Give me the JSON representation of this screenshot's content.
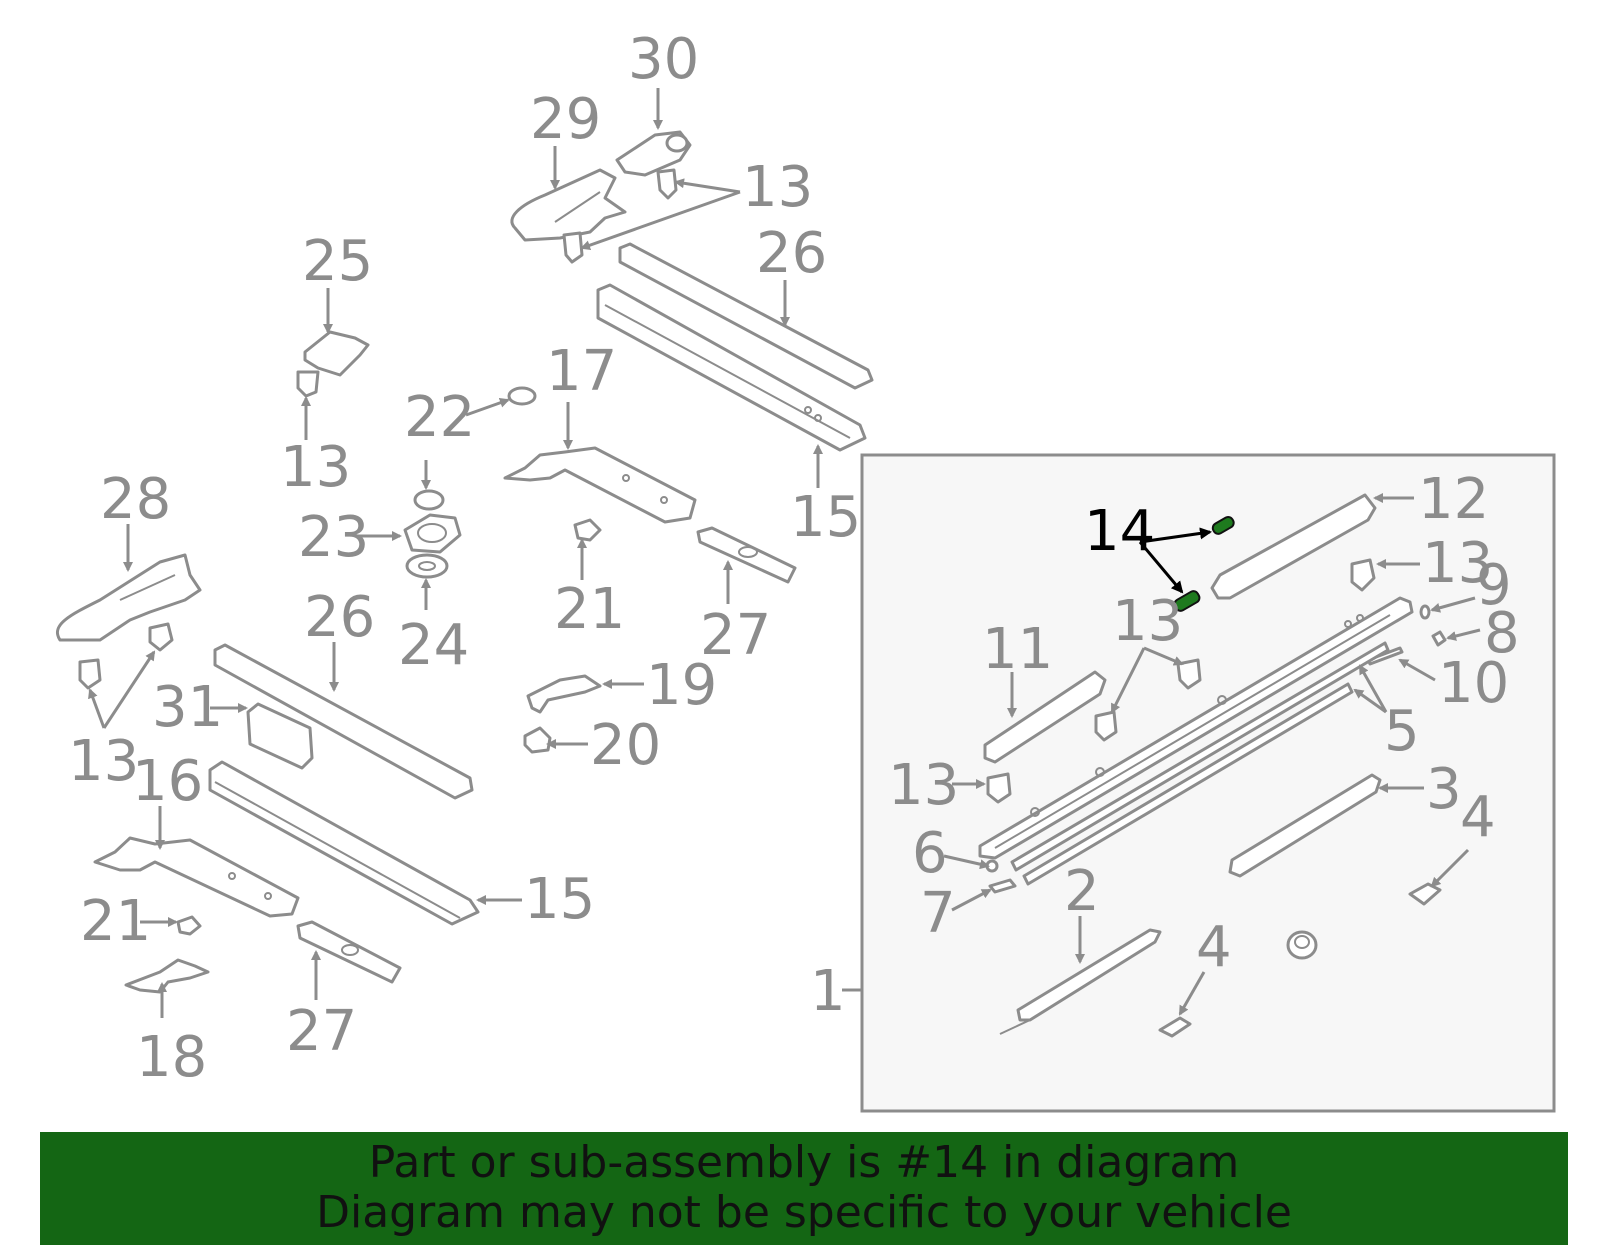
{
  "diagram": {
    "callouts": {
      "c1": "1",
      "c2": "2",
      "c3": "3",
      "c4a": "4",
      "c4b": "4",
      "c5": "5",
      "c6": "6",
      "c7": "7",
      "c8": "8",
      "c9": "9",
      "c10": "10",
      "c11": "11",
      "c12": "12",
      "c13a": "13",
      "c13b": "13",
      "c13c": "13",
      "c13d": "13",
      "c13e": "13",
      "c13f": "13",
      "c14": "14",
      "c15a": "15",
      "c15b": "15",
      "c16": "16",
      "c17": "17",
      "c18": "18",
      "c19": "19",
      "c20": "20",
      "c21a": "21",
      "c21b": "21",
      "c22": "22",
      "c23": "23",
      "c24": "24",
      "c25": "25",
      "c26a": "26",
      "c26b": "26",
      "c27a": "27",
      "c27b": "27",
      "c28": "28",
      "c29": "29",
      "c30": "30",
      "c31": "31"
    },
    "highlight_part": "14",
    "highlight_color": "#1e7a1e",
    "part_color": "#8c8c8c"
  },
  "banner": {
    "line1": "Part or sub-assembly is #14 in diagram",
    "line2": "Diagram may not be specific to your vehicle",
    "background": "#146614"
  }
}
